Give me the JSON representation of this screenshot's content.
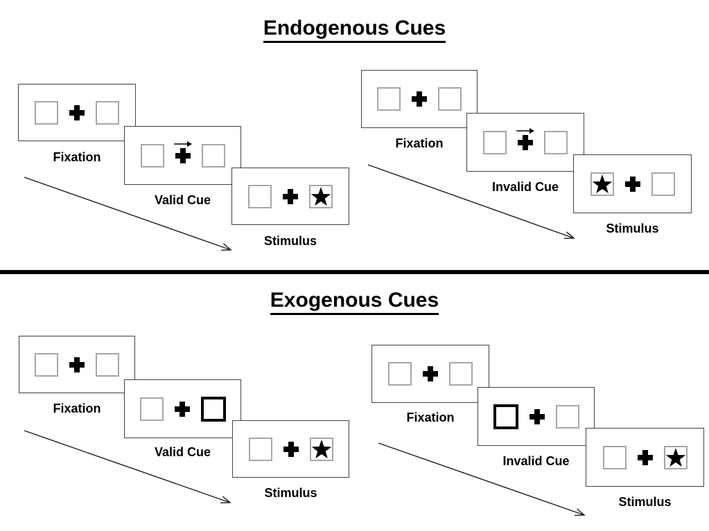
{
  "colors": {
    "ink": "#000000",
    "square_border": "#a6a6a6",
    "panel_border": "#404040",
    "highlight_border": "#000000",
    "background": "#ffffff"
  },
  "divider": {
    "present": true,
    "color": "#000000"
  },
  "glyphs": {
    "star": "★",
    "fixation_cross": "+",
    "cue_arrow_right": "→"
  },
  "sections": [
    {
      "title": "Endogenous Cues",
      "trials": [
        {
          "type": "valid",
          "steps": [
            {
              "label": "Fixation",
              "left_box": "empty",
              "center": "fixation-cross",
              "right_box": "empty"
            },
            {
              "label": "Valid Cue",
              "left_box": "empty",
              "center": "fixation-cross",
              "cue_arrow": "right",
              "right_box": "empty"
            },
            {
              "label": "Stimulus",
              "left_box": "empty",
              "center": "fixation-cross",
              "right_box": "star"
            }
          ]
        },
        {
          "type": "invalid",
          "steps": [
            {
              "label": "Fixation",
              "left_box": "empty",
              "center": "fixation-cross",
              "right_box": "empty"
            },
            {
              "label": "Invalid Cue",
              "left_box": "empty",
              "center": "fixation-cross",
              "cue_arrow": "right",
              "right_box": "empty"
            },
            {
              "label": "Stimulus",
              "left_box": "star",
              "center": "fixation-cross",
              "right_box": "empty"
            }
          ]
        }
      ]
    },
    {
      "title": "Exogenous Cues",
      "trials": [
        {
          "type": "valid",
          "steps": [
            {
              "label": "Fixation",
              "left_box": "empty",
              "center": "fixation-cross",
              "right_box": "empty"
            },
            {
              "label": "Valid Cue",
              "left_box": "empty",
              "center": "fixation-cross",
              "right_box": "highlight"
            },
            {
              "label": "Stimulus",
              "left_box": "empty",
              "center": "fixation-cross",
              "right_box": "star"
            }
          ]
        },
        {
          "type": "invalid",
          "steps": [
            {
              "label": "Fixation",
              "left_box": "empty",
              "center": "fixation-cross",
              "right_box": "empty"
            },
            {
              "label": "Invalid Cue",
              "left_box": "highlight",
              "center": "fixation-cross",
              "right_box": "empty"
            },
            {
              "label": "Stimulus",
              "left_box": "empty",
              "center": "fixation-cross",
              "right_box": "star"
            }
          ]
        }
      ]
    }
  ]
}
